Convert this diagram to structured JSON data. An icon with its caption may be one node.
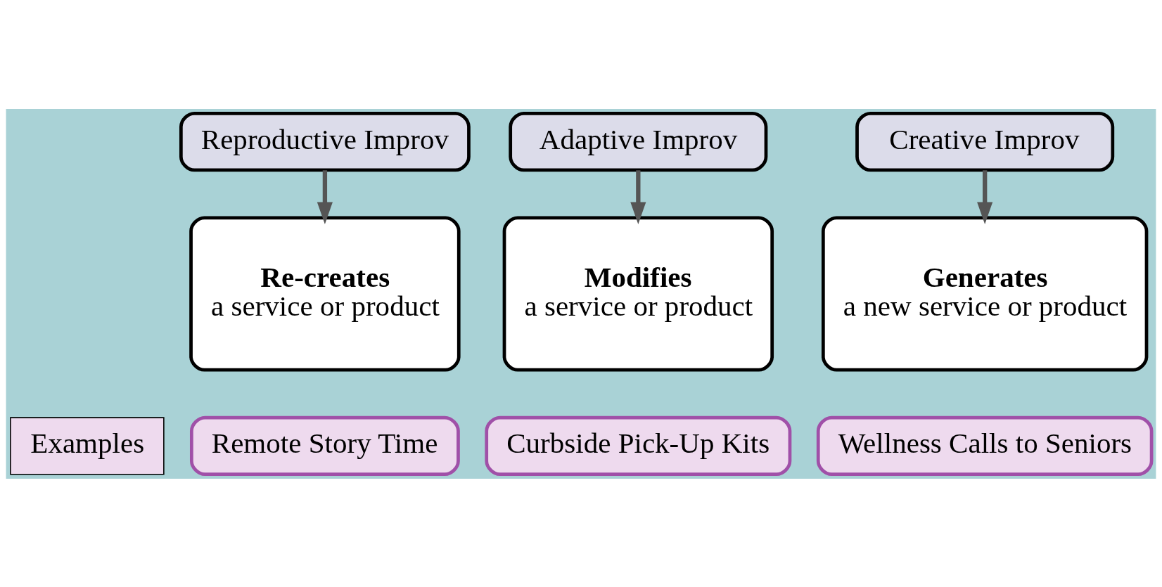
{
  "diagram": {
    "nodes": [
      {
        "text": [
          "Reproductive Improv"
        ]
      },
      {
        "text": [
          "Adaptive Improv"
        ]
      },
      {
        "text": [
          "Creative Improv"
        ]
      },
      {
        "text": [
          "Re-creates",
          "a service or product"
        ]
      },
      {
        "text": [
          "Modifies",
          "a service or product"
        ]
      },
      {
        "text": [
          "Generates",
          "a new service or product"
        ]
      },
      {
        "text": [
          "Remote Story Time"
        ]
      },
      {
        "text": [
          "Curbside Pick-Up Kits"
        ]
      },
      {
        "text": [
          "Wellness Calls to Seniors"
        ]
      },
      {
        "text": [
          "Examples"
        ]
      }
    ],
    "edges": [
      {
        "from": 0,
        "to": 3,
        "arrow": "to"
      },
      {
        "from": 1,
        "to": 4,
        "arrow": "to"
      },
      {
        "from": 2,
        "to": 5,
        "arrow": "to"
      }
    ]
  }
}
